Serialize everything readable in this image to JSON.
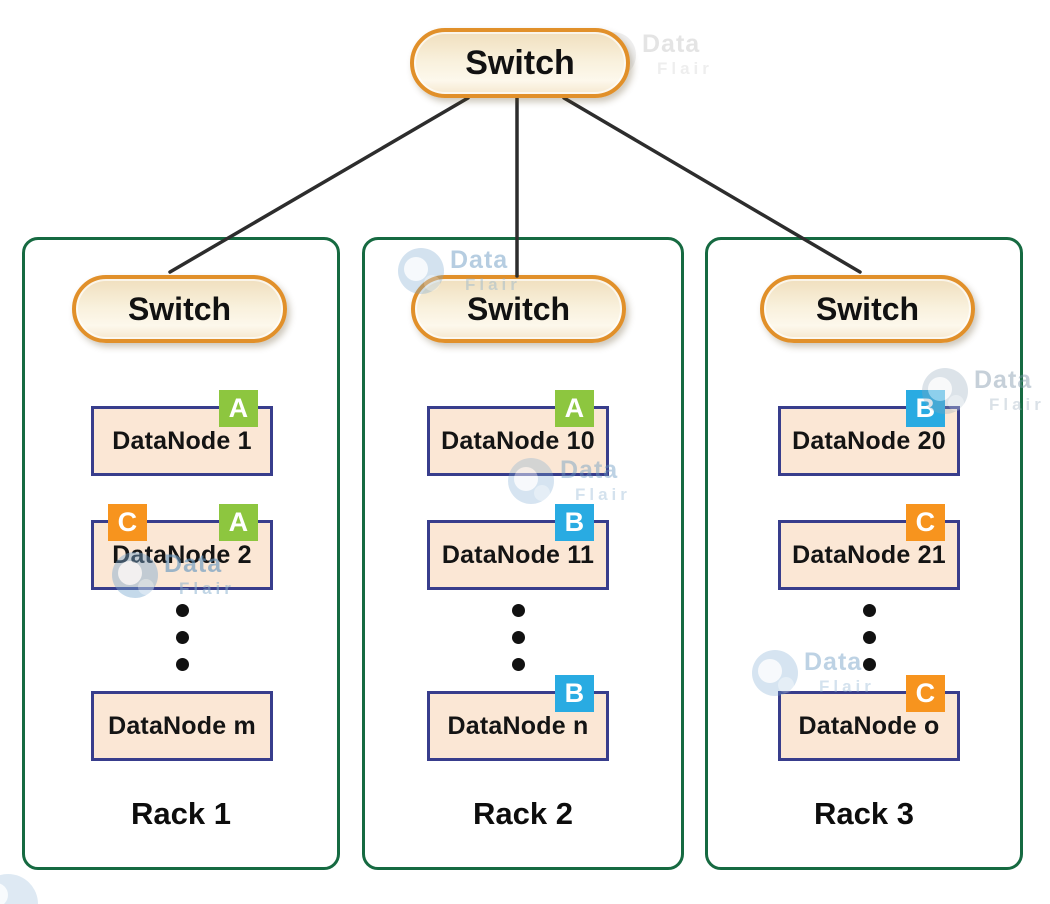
{
  "core_switch": {
    "label": "Switch"
  },
  "watermark": {
    "line1": "Data",
    "line2": "Flair"
  },
  "colors": {
    "badge_green": "#8dc63f",
    "badge_blue": "#29abe2",
    "badge_orange": "#f7941e",
    "rack_border": "#166a41",
    "node_border": "#383d8c",
    "node_fill": "#fbe7d5",
    "switch_border": "#e1902a",
    "connector_line": "#2d2d2d"
  },
  "racks": [
    {
      "label": "Rack 1",
      "switch_label": "Switch",
      "nodes": [
        {
          "label": "DataNode 1",
          "badges": [
            {
              "letter": "A",
              "color": "green"
            }
          ]
        },
        {
          "label": "DataNode 2",
          "badges": [
            {
              "letter": "C",
              "color": "orange"
            },
            {
              "letter": "A",
              "color": "green"
            }
          ]
        },
        {
          "label": "DataNode m",
          "badges": []
        }
      ]
    },
    {
      "label": "Rack 2",
      "switch_label": "Switch",
      "nodes": [
        {
          "label": "DataNode 10",
          "badges": [
            {
              "letter": "A",
              "color": "green"
            }
          ]
        },
        {
          "label": "DataNode 11",
          "badges": [
            {
              "letter": "B",
              "color": "blue"
            }
          ]
        },
        {
          "label": "DataNode n",
          "badges": [
            {
              "letter": "B",
              "color": "blue"
            }
          ]
        }
      ]
    },
    {
      "label": "Rack 3",
      "switch_label": "Switch",
      "nodes": [
        {
          "label": "DataNode 20",
          "badges": [
            {
              "letter": "B",
              "color": "blue"
            }
          ]
        },
        {
          "label": "DataNode 21",
          "badges": [
            {
              "letter": "C",
              "color": "orange"
            }
          ]
        },
        {
          "label": "DataNode o",
          "badges": [
            {
              "letter": "C",
              "color": "orange"
            }
          ]
        }
      ]
    }
  ]
}
